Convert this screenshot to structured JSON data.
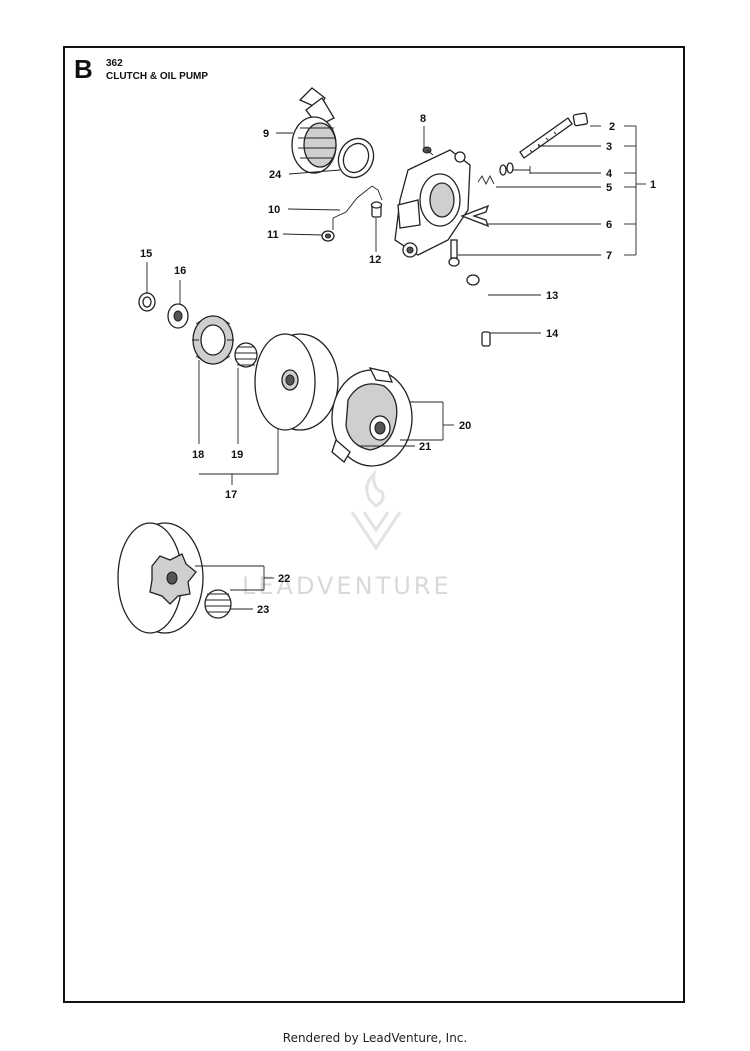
{
  "section": "B",
  "model": "362",
  "title": "CLUTCH & OIL PUMP",
  "footer": "Rendered by LeadVenture, Inc.",
  "watermark": "LEADVENTURE",
  "callouts": {
    "c1": "1",
    "c2": "2",
    "c3": "3",
    "c4": "4",
    "c5": "5",
    "c6": "6",
    "c7": "7",
    "c8": "8",
    "c9": "9",
    "c10": "10",
    "c11": "11",
    "c12": "12",
    "c13": "13",
    "c14": "14",
    "c15": "15",
    "c16": "16",
    "c17": "17",
    "c18": "18",
    "c19": "19",
    "c20": "20",
    "c21": "21",
    "c22": "22",
    "c23": "23",
    "c24": "24"
  }
}
